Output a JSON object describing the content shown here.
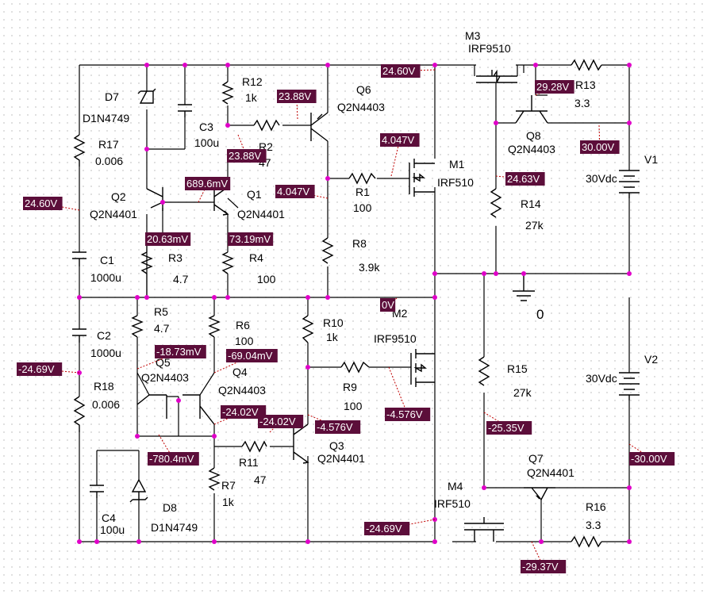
{
  "components": [
    {
      "id": "m3",
      "ref": "M3",
      "value": "IRF9510"
    },
    {
      "id": "r13",
      "ref": "R13",
      "value": "3.3"
    },
    {
      "id": "v1",
      "ref": "V1",
      "value": "30Vdc"
    },
    {
      "id": "q8",
      "ref": "Q8",
      "value": "Q2N4403"
    },
    {
      "id": "r14",
      "ref": "R14",
      "value": "27k"
    },
    {
      "id": "m1",
      "ref": "M1",
      "value": "IRF510"
    },
    {
      "id": "q6",
      "ref": "Q6",
      "value": "Q2N4403"
    },
    {
      "id": "r12",
      "ref": "R12",
      "value": "1k"
    },
    {
      "id": "r2",
      "ref": "R2",
      "value": "47"
    },
    {
      "id": "r1",
      "ref": "R1",
      "value": "100"
    },
    {
      "id": "r8",
      "ref": "R8",
      "value": "3.9k"
    },
    {
      "id": "d7",
      "ref": "D7",
      "value": "D1N4749"
    },
    {
      "id": "c3",
      "ref": "C3",
      "value": "100u"
    },
    {
      "id": "r17",
      "ref": "R17",
      "value": "0.006"
    },
    {
      "id": "q2",
      "ref": "Q2",
      "value": "Q2N4401"
    },
    {
      "id": "q1",
      "ref": "Q1",
      "value": "Q2N4401"
    },
    {
      "id": "c1",
      "ref": "C1",
      "value": "1000u"
    },
    {
      "id": "r3",
      "ref": "R3",
      "value": "4.7"
    },
    {
      "id": "r4",
      "ref": "R4",
      "value": "100"
    },
    {
      "id": "r5",
      "ref": "R5",
      "value": "4.7"
    },
    {
      "id": "r6",
      "ref": "R6",
      "value": "100"
    },
    {
      "id": "c2",
      "ref": "C2",
      "value": "1000u"
    },
    {
      "id": "r18",
      "ref": "R18",
      "value": "0.006"
    },
    {
      "id": "q5",
      "ref": "Q5",
      "value": "Q2N4403"
    },
    {
      "id": "q4",
      "ref": "Q4",
      "value": "Q2N4403"
    },
    {
      "id": "r10",
      "ref": "R10",
      "value": "1k"
    },
    {
      "id": "m2",
      "ref": "M2",
      "value": "IRF9510"
    },
    {
      "id": "r9",
      "ref": "R9",
      "value": "100"
    },
    {
      "id": "r11",
      "ref": "R11",
      "value": "47"
    },
    {
      "id": "q3",
      "ref": "Q3",
      "value": "Q2N4401"
    },
    {
      "id": "r7",
      "ref": "R7",
      "value": "1k"
    },
    {
      "id": "c4",
      "ref": "C4",
      "value": "100u"
    },
    {
      "id": "d8",
      "ref": "D8",
      "value": "D1N4749"
    },
    {
      "id": "r15",
      "ref": "R15",
      "value": "27k"
    },
    {
      "id": "v2",
      "ref": "V2",
      "value": "30Vdc"
    },
    {
      "id": "q7",
      "ref": "Q7",
      "value": "Q2N4401"
    },
    {
      "id": "r16",
      "ref": "R16",
      "value": "3.3"
    },
    {
      "id": "m4",
      "ref": "M4",
      "value": "IRF510"
    }
  ],
  "ground_label": "0",
  "voltage_labels": [
    {
      "id": "v-m3-source",
      "text": "24.60V"
    },
    {
      "id": "v-q8-emitter",
      "text": "29.28V"
    },
    {
      "id": "v-q6-emitter",
      "text": "23.88V"
    },
    {
      "id": "v-q8-base",
      "text": "30.00V"
    },
    {
      "id": "v-m1-gate",
      "text": "4.047V"
    },
    {
      "id": "v-r2-left",
      "text": "23.88V"
    },
    {
      "id": "v-q1-base",
      "text": "689.6mV"
    },
    {
      "id": "v-r14-top",
      "text": "24.63V"
    },
    {
      "id": "v-c1-top",
      "text": "24.60V"
    },
    {
      "id": "v-q1-collector",
      "text": "4.047V"
    },
    {
      "id": "v-q2-emitter",
      "text": "20.63mV"
    },
    {
      "id": "v-q1-emitter",
      "text": "73.19mV"
    },
    {
      "id": "v-ground-node",
      "text": "0V"
    },
    {
      "id": "v-q5-emitter",
      "text": "-18.73mV"
    },
    {
      "id": "v-q4-emitter",
      "text": "-69.04mV"
    },
    {
      "id": "v-c2-bottom",
      "text": "-24.69V"
    },
    {
      "id": "v-m2-gate",
      "text": "-4.576V"
    },
    {
      "id": "v-q4-base",
      "text": "-24.02V"
    },
    {
      "id": "v-q3-base",
      "text": "-24.02V"
    },
    {
      "id": "v-q3-collector",
      "text": "-4.576V"
    },
    {
      "id": "v-r15-bottom",
      "text": "-25.35V"
    },
    {
      "id": "v-q5-base",
      "text": "-780.4mV"
    },
    {
      "id": "v-v2-neg",
      "text": "-30.00V"
    },
    {
      "id": "v-m4-drain",
      "text": "-24.69V"
    },
    {
      "id": "v-q7-emitter",
      "text": "-29.37V"
    }
  ],
  "colors": {
    "wire": "#000000",
    "junction": "#e000c8",
    "probe": "#5c0e3a",
    "probe_text": "#ffffff",
    "probe_tick": "#c00000"
  }
}
